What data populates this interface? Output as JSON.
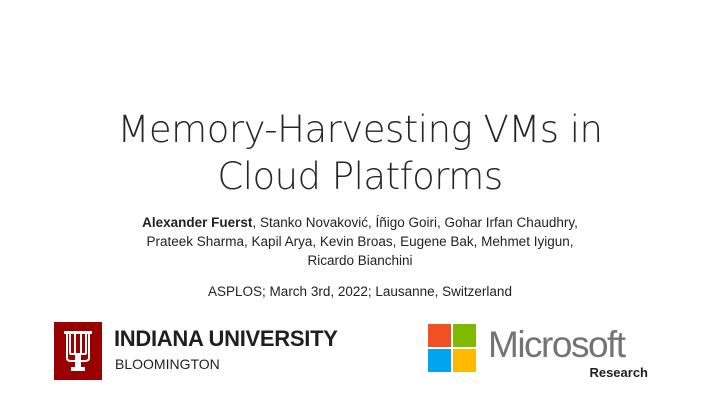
{
  "slide": {
    "title_lines": [
      "Memory-Harvesting VMs in",
      "Cloud Platforms"
    ],
    "authors": {
      "presenter": "Alexander Fuerst",
      "line1_rest": ", Stanko Novaković, Íñigo Goiri, Gohar Irfan Chaudhry,",
      "line2": "Prateek Sharma, Kapil Arya, Kevin Broas, Eugene Bak, Mehmet Iyigun,",
      "line3": "Ricardo Bianchini"
    },
    "venue": "ASPLOS; March 3rd, 2022; Lausanne, Switzerland"
  },
  "logos": {
    "iu": {
      "icon": "indiana-university-trident-icon",
      "name": "INDIANA UNIVERSITY",
      "campus": "BLOOMINGTON",
      "color": "#990000"
    },
    "ms": {
      "icon": "microsoft-four-squares-icon",
      "name": "Microsoft",
      "sub": "Research",
      "colors": [
        "#f25022",
        "#7fba00",
        "#00a4ef",
        "#ffb900"
      ]
    }
  }
}
